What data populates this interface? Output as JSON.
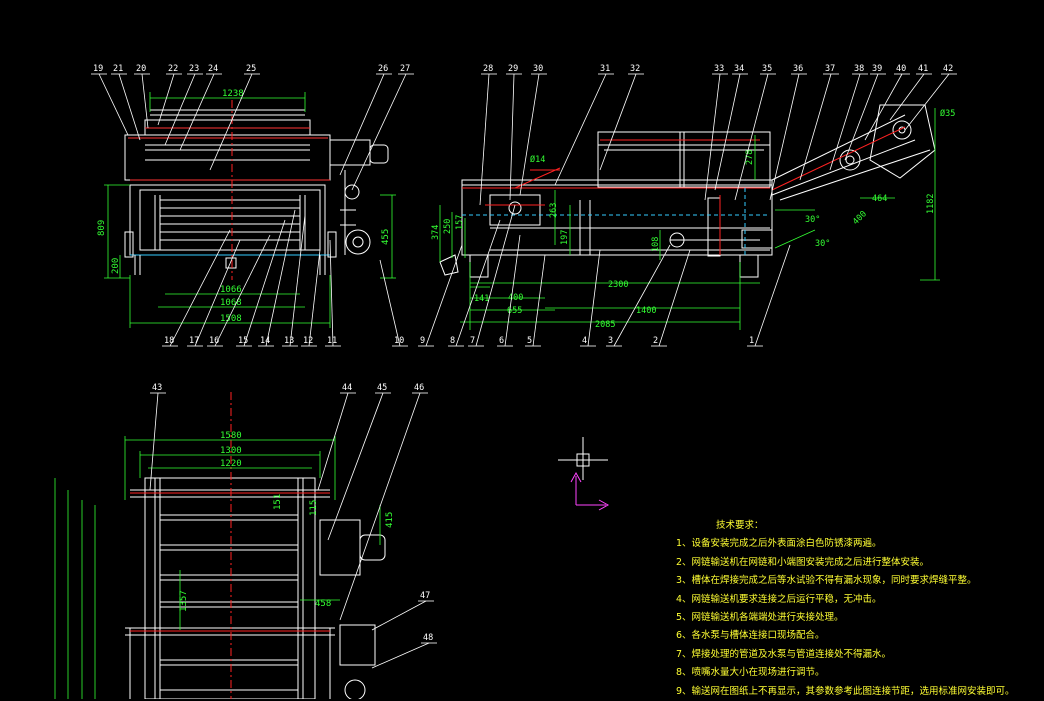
{
  "balloons_front": [
    "19",
    "21",
    "20",
    "22",
    "23",
    "24",
    "25",
    "26",
    "27"
  ],
  "balloons_side_top": [
    "28",
    "29",
    "30",
    "31",
    "32",
    "33",
    "34",
    "35",
    "36",
    "37",
    "38",
    "39",
    "40",
    "41",
    "42"
  ],
  "balloons_front_bottom": [
    "18",
    "17",
    "16",
    "15",
    "14",
    "13",
    "12",
    "11",
    "10"
  ],
  "balloons_side_bottom": [
    "9",
    "8",
    "7",
    "6",
    "5",
    "4",
    "3",
    "2",
    "1"
  ],
  "balloons_plan": [
    "43",
    "44",
    "45",
    "46",
    "47",
    "48"
  ],
  "dims_front": {
    "top": "1238",
    "h_total": "809",
    "h_low": "200",
    "w1": "1066",
    "w2": "1068",
    "w3": "1508",
    "h_right": "455"
  },
  "dims_side": {
    "a": "374",
    "b": "250",
    "c": "157",
    "d": "400",
    "e": "655",
    "f": "141",
    "g": "2300",
    "h": "1400",
    "i": "2085",
    "j": "1182",
    "k": "464",
    "l": "400",
    "m": "278",
    "n": "263",
    "o": "197",
    "p": "108",
    "q": "Ø35",
    "r": "Ø14",
    "ang1": "30°",
    "ang2": "30°"
  },
  "dims_plan": {
    "a": "1580",
    "b": "1300",
    "c": "1220",
    "d": "415",
    "e": "458",
    "f": "1357",
    "g": "151",
    "h": "115"
  },
  "notes": {
    "title": "技术要求：",
    "items": [
      "1、设备安装完成之后外表面涂白色防锈漆两遍。",
      "2、网链输送机在网链和小端图安装完成之后进行整体安装。",
      "3、槽体在焊接完成之后等水试验不得有漏水现象，同时要求焊缝平整。",
      "4、网链输送机要求连接之后运行平稳，无冲击。",
      "5、网链输送机各端端处进行夹接处理。",
      "6、各水泵与槽体连接口现场配合。",
      "7、焊接处理的管道及水泵与管道连接处不得漏水。",
      "8、喷嘴水量大小在现场进行调节。",
      "9、输送网在图纸上不再显示，其参数参考此图连接节距，选用标准网安装即可。"
    ]
  },
  "colors": {
    "bg": "#000000",
    "part": "#ffffff",
    "dim": "#33ff33",
    "leader": "#ffffff",
    "center": "#ff2222",
    "ucs_x": "#ff44ff",
    "note": "#ffff33",
    "hidden": "#00ffff"
  }
}
